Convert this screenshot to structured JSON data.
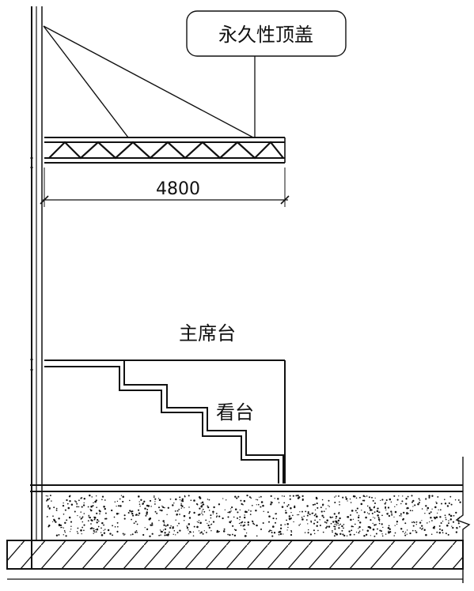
{
  "labels": {
    "roof_callout": "永久性顶盖",
    "dimension": "4800",
    "main_stand": "主席台",
    "stand": "看台"
  },
  "colors": {
    "line": "#111111",
    "background": "#ffffff"
  }
}
